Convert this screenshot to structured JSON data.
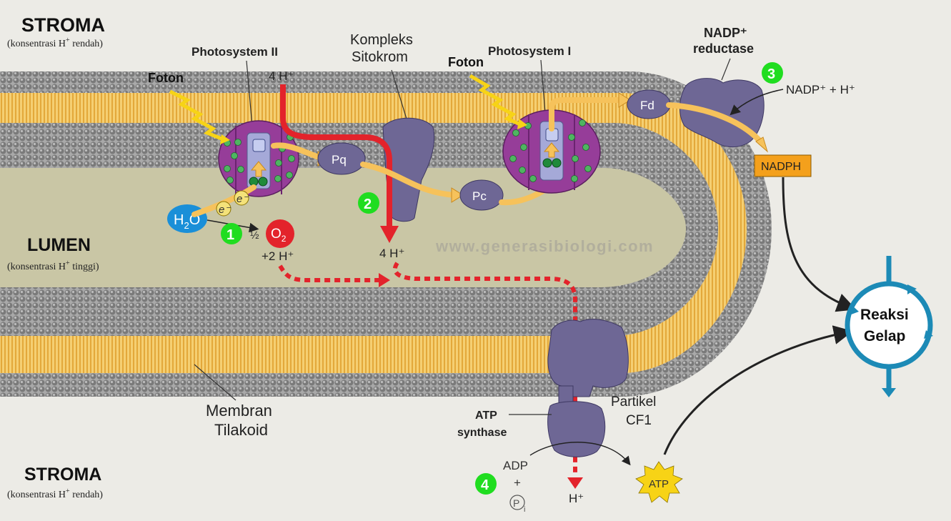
{
  "labels": {
    "stroma_top": "STROMA",
    "stroma_top_sub_pre": "(konsentrasi H",
    "stroma_top_sub_sup": "+",
    "stroma_top_sub_post": " rendah)",
    "lumen": "LUMEN",
    "lumen_sub_pre": "(konsentrasi H",
    "lumen_sub_sup": "+",
    "lumen_sub_post": " tinggi)",
    "stroma_bottom": "STROMA",
    "stroma_bottom_sub_pre": "(konsentrasi H",
    "stroma_bottom_sub_sup": "+",
    "stroma_bottom_sub_post": " rendah)",
    "photosystem2": "Photosystem II",
    "photosystem1": "Photosystem I",
    "kompleks_line1": "Kompleks",
    "kompleks_line2": "Sitokrom",
    "foton1": "Foton",
    "foton2": "Foton",
    "nadp_reductase_line1": "NADP⁺",
    "nadp_reductase_line2": "reductase",
    "h_4_top": "4 H⁺",
    "h_4_lumen": "4 H⁺",
    "h_2": "+2 H⁺",
    "h_out": "H⁺",
    "pq": "Pq",
    "pc": "Pc",
    "fd": "Fd",
    "nadp_input": "NADP⁺ + H⁺",
    "nadph": "NADPH",
    "h2o_main": "H",
    "h2o_sub": "2",
    "h2o_end": "O",
    "half": "½",
    "o2_main": "O",
    "o2_sub": "2",
    "electron": "e⁻",
    "watermark": "www.generasibiologi.com",
    "membran_line1": "Membran",
    "membran_line2": "Tilakoid",
    "atp_synthase_line1": "ATP",
    "atp_synthase_line2": "synthase",
    "partikel_line1": "Partikel",
    "partikel_line2": "CF1",
    "adp": "ADP",
    "plus": "+",
    "pi_main": "P",
    "pi_sub": "i",
    "atp": "ATP",
    "reaksi_line1": "Reaksi",
    "reaksi_line2": "Gelap",
    "step1": "1",
    "step2": "2",
    "step3": "3",
    "step4": "4"
  },
  "colors": {
    "background": "#ecebe6",
    "lumen": "#c9c6a5",
    "lipid_head": "#8c8c8c",
    "lipid_tail": "#f2c55f",
    "protein_purple": "#6e6795",
    "photosystem_magenta": "#963d99",
    "chlorophyll_green": "#4fb561",
    "proton_red": "#e3232b",
    "electron_flow": "#f6c25b",
    "step_badge": "#20dd20",
    "cycle_blue": "#1c8ab6",
    "nadph_box": "#f4a01c"
  }
}
